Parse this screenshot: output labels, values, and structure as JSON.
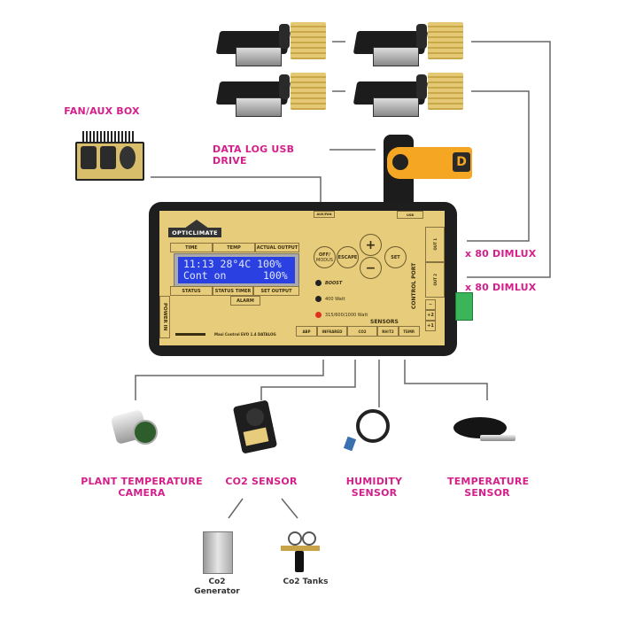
{
  "labels": {
    "fan_aux_box": "FAN/AUX BOX",
    "data_log_usb": "DATA LOG USB DRIVE",
    "dimlux_1": "x 80 DIMLUX",
    "dimlux_2": "x 80 DIMLUX",
    "plant_temp_camera_line1": "PLANT TEMPERATURE",
    "plant_temp_camera_line2": "CAMERA",
    "co2_sensor": "CO2 SENSOR",
    "humidity_line1": "HUMIDITY",
    "humidity_line2": "SENSOR",
    "temperature_line1": "TEMPERATURE",
    "temperature_line2": "SENSOR",
    "co2_generator_line1": "Co2",
    "co2_generator_line2": "Generator",
    "co2_tanks": "Co2 Tanks"
  },
  "controller": {
    "brand": "OPTICLIMATE",
    "top_headers": [
      "TIME",
      "TEMP",
      "ACTUAL OUTPUT"
    ],
    "bottom_headers": [
      "STATUS",
      "STATUS TIMER",
      "SET OUTPUT"
    ],
    "alarm": "ALARM",
    "lcd_line1": "11:13 28°4C 100%",
    "lcd_line2": "Cont on      100%",
    "buttons": {
      "off_modus_1": "OFF/",
      "off_modus_2": "MODUS",
      "escape": "ESCAPE",
      "plus": "+",
      "minus": "−",
      "set": "SET"
    },
    "leds": [
      {
        "label": "BOOST",
        "color": "#222222"
      },
      {
        "label": "400 Watt",
        "color": "#222222"
      },
      {
        "label": "315/600/1000 Watt",
        "color": "#e0301e"
      }
    ],
    "aux_fan": "AUX/FAN",
    "usb": "USB",
    "control_port": "CONTROL PORT",
    "out1": "OUT 1",
    "out2": "OUT 2",
    "terminals": [
      "−",
      "+2",
      "+1"
    ],
    "power_in": "POWER IN",
    "model": "Maxi Control EVO 1.4 DATALOG",
    "sensors_title": "SENSORS",
    "sensor_ports": [
      "ABP",
      "INFRARED",
      "CO2",
      "RH/T2",
      "TEMP."
    ]
  },
  "colors": {
    "accent_magenta": "#d41f8a",
    "panel_gold": "#e7cc7c",
    "lcd_blue": "#2b40e0",
    "wire_gray": "#666666"
  }
}
